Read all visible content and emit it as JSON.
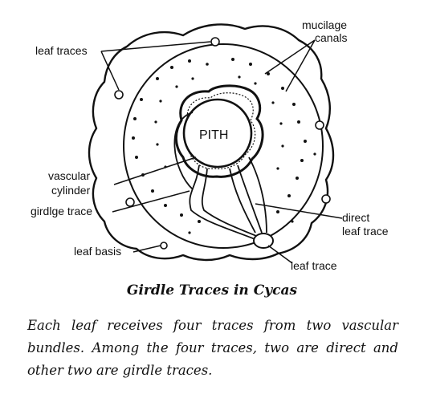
{
  "diagram": {
    "labels": {
      "mucilage_canals_line1": "mucilage",
      "mucilage_canals_line2": "canals",
      "leaf_traces": "leaf traces",
      "pith": "PITH",
      "vascular_cylinder_line1": "vascular",
      "vascular_cylinder_line2": "cylinder",
      "girdle_trace": "girdlge trace",
      "direct_leaf_trace_line1": "direct",
      "direct_leaf_trace_line2": "leaf trace",
      "leaf_basis": "leaf basis",
      "leaf_trace": "leaf trace"
    }
  },
  "title": "Girdle Traces in Cycas",
  "caption": "Each leaf receives four traces from two vascular bundles. Among the four traces, two are direct and other two are girdle traces."
}
